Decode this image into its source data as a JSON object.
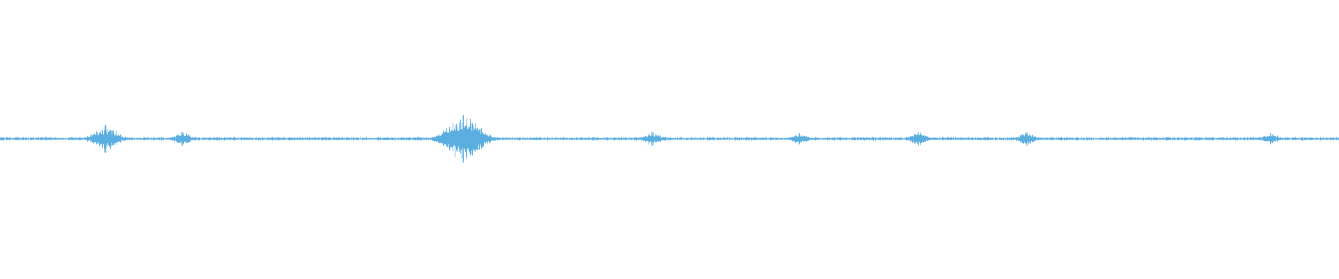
{
  "waveform": {
    "color": "#5aaee0",
    "background": "#ffffff",
    "baseline_amplitude": 0.012,
    "events": [
      {
        "position": 0.079,
        "amplitude": 0.1
      },
      {
        "position": 0.136,
        "amplitude": 0.05
      },
      {
        "position": 0.346,
        "amplitude": 0.17
      },
      {
        "position": 0.487,
        "amplitude": 0.05
      },
      {
        "position": 0.597,
        "amplitude": 0.04
      },
      {
        "position": 0.686,
        "amplitude": 0.05
      },
      {
        "position": 0.767,
        "amplitude": 0.05
      },
      {
        "position": 0.949,
        "amplitude": 0.04
      }
    ]
  }
}
